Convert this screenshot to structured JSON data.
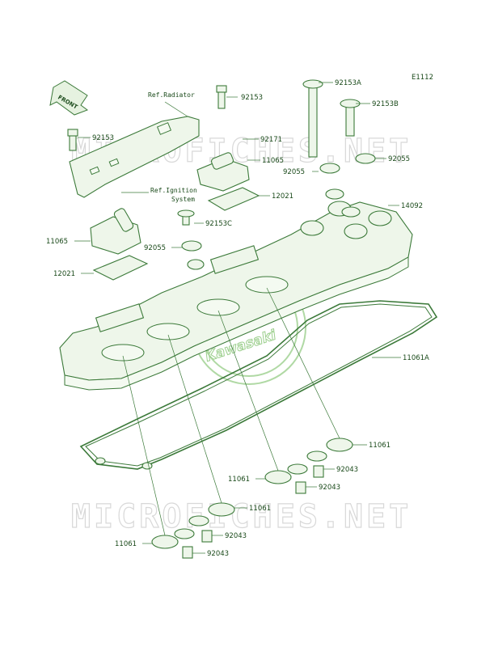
{
  "diagram_code": "E1112",
  "front_label": "FRONT",
  "watermark": "MICROFICHES.NET",
  "brand": "Kawasaki",
  "refs": {
    "radiator": "Ref.Radiator",
    "ignition_1": "Ref.Ignition",
    "ignition_2": "System"
  },
  "parts": {
    "p92153_top": "92153",
    "p92153_left": "92153",
    "p92153A": "92153A",
    "p92153B": "92153B",
    "p92171": "92171",
    "p11065_right": "11065",
    "p92055_right": "92055",
    "p92055_mid": "92055",
    "p12021_right": "12021",
    "p14092": "14092",
    "p92153C": "92153C",
    "p11065_left": "11065",
    "p92055_left": "92055",
    "p12021_left": "12021",
    "p11061A": "11061A",
    "p11061_r1": "11061",
    "p92043_r1": "92043",
    "p11061_r2": "11061",
    "p92043_r2": "92043",
    "p11061_r3": "11061",
    "p92043_r3": "92043",
    "p11061_r4": "11061",
    "p92043_r4": "92043"
  }
}
